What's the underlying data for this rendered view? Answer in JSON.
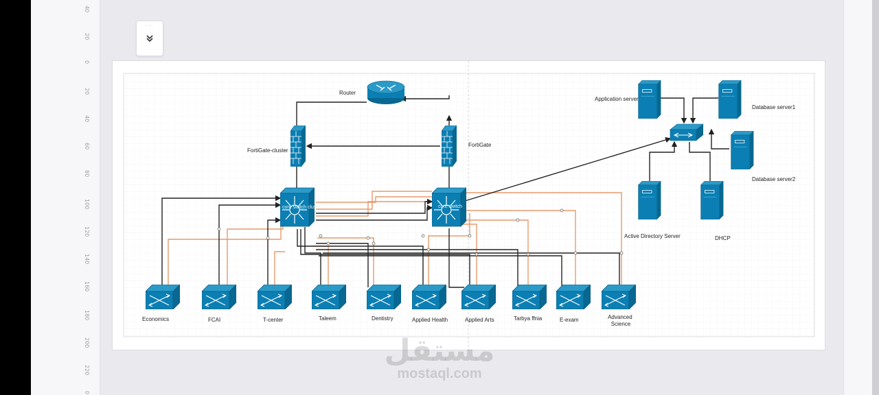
{
  "ruler": {
    "ticks": [
      "40",
      "20",
      "0",
      "20",
      "40",
      "60",
      "80",
      "100",
      "120",
      "140",
      "160",
      "180",
      "200",
      "220",
      "0"
    ]
  },
  "toolbar": {
    "collapse_icon": "double-chevron-down-icon",
    "collapse_glyph": "»",
    "grip": "···"
  },
  "diagram": {
    "router": "Router",
    "fortigate_cluster": "FortiGate-cluster",
    "fortigate": "FortiGate",
    "core_switch_cluster": "core switch cluster",
    "core_switch": "core switch",
    "application_server": "Application server",
    "database_server1": "Database server1",
    "database_server2": "Database server2",
    "active_directory_server": "Active Directory Server",
    "dhcp": "DHCP",
    "departments": [
      "Economics",
      "FCAI",
      "T-center",
      "Taleem",
      "Dentistry",
      "Applied Health",
      "Applied Arts",
      "Tarbya ffnia",
      "E-exam",
      "Advanced Science"
    ]
  },
  "watermark": {
    "arabic": "مستقل",
    "latin": "mostaql.com"
  },
  "colors": {
    "device": "#0b7fb3",
    "link_dark": "#222222",
    "link_orange": "#e69a6a",
    "grid": "#e6e6ea"
  }
}
